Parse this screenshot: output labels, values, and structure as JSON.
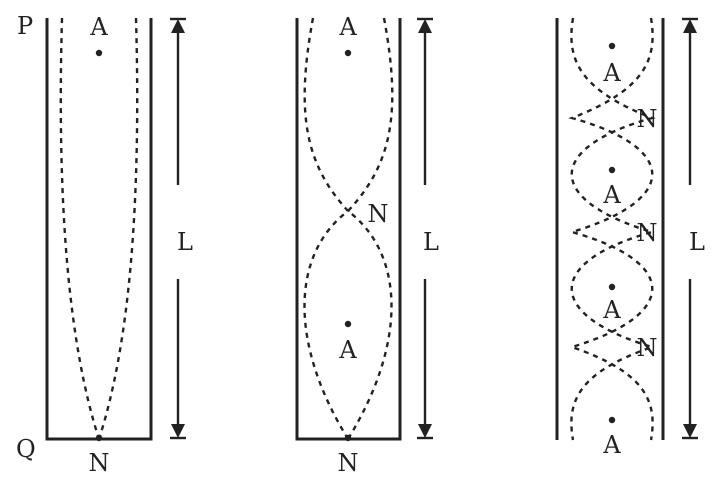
{
  "labels": {
    "top_end": "P",
    "bottom_end": "Q",
    "antinode": "A",
    "node": "N",
    "length": "L"
  },
  "panels": [
    {
      "id": "first",
      "closed_bottom": true
    },
    {
      "id": "second",
      "closed_bottom": true
    },
    {
      "id": "third",
      "closed_bottom": false
    }
  ]
}
